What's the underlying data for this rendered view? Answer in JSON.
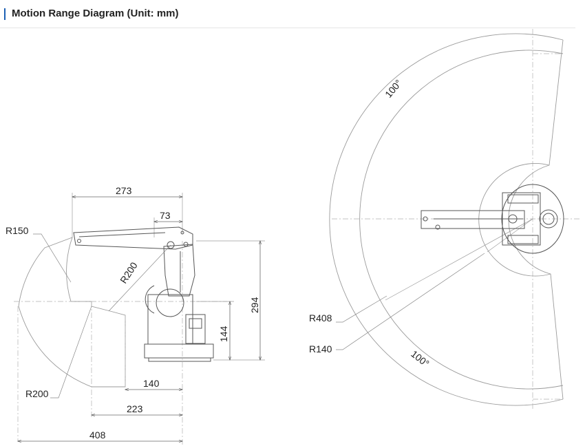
{
  "header": {
    "title": "Motion Range Diagram (Unit: mm)"
  },
  "side_view": {
    "dim_273": "273",
    "dim_73": "73",
    "dim_r150": "R150",
    "dim_r200_arm": "R200",
    "dim_294": "294",
    "dim_144": "144",
    "dim_140": "140",
    "dim_r200": "R200",
    "dim_223": "223",
    "dim_408": "408"
  },
  "top_view": {
    "angle_upper": "100°",
    "angle_lower": "100°",
    "dim_r408": "R408",
    "dim_r140": "R140"
  }
}
